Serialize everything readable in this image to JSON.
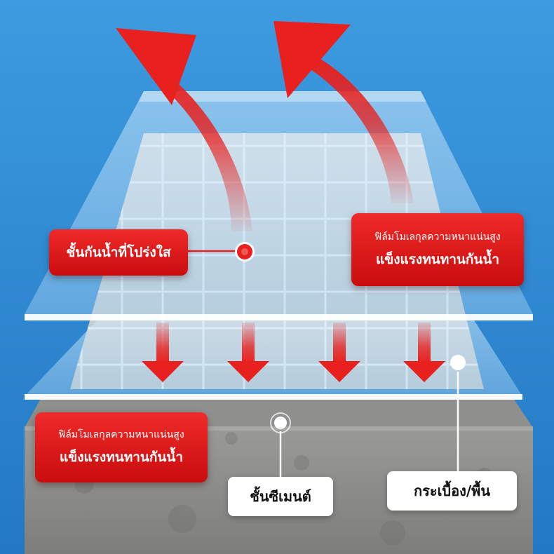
{
  "colors": {
    "background": "#2f8fd6",
    "label_red": "#d81414",
    "arrow_red": "#e8201e",
    "label_text_light": "#ffffff",
    "label_text_dark": "#111111"
  },
  "labels": {
    "transparent_layer": "ชั้นกันน้ำที่โปร่งใส",
    "film_top": {
      "line1": "ฟิล์มโมเลกุลความหนาแน่นสูง",
      "line2": "แข็งแรงทนทานกันน้ำ"
    },
    "film_bottom": {
      "line1": "ฟิล์มโมเลกุลความหนาแน่นสูง",
      "line2": "แข็งแรงทนทานกันน้ำ"
    },
    "cement_layer": "ชั้นซีเมนต์",
    "tile_floor": "กระเบื้อง/พื้น"
  },
  "icons": {
    "callout_dot_red": "target-dot-icon",
    "callout_dot_white": "pointer-dot-icon",
    "arrows_up": "curved-arrow-up-icon",
    "arrows_down": "arrow-down-icon"
  }
}
